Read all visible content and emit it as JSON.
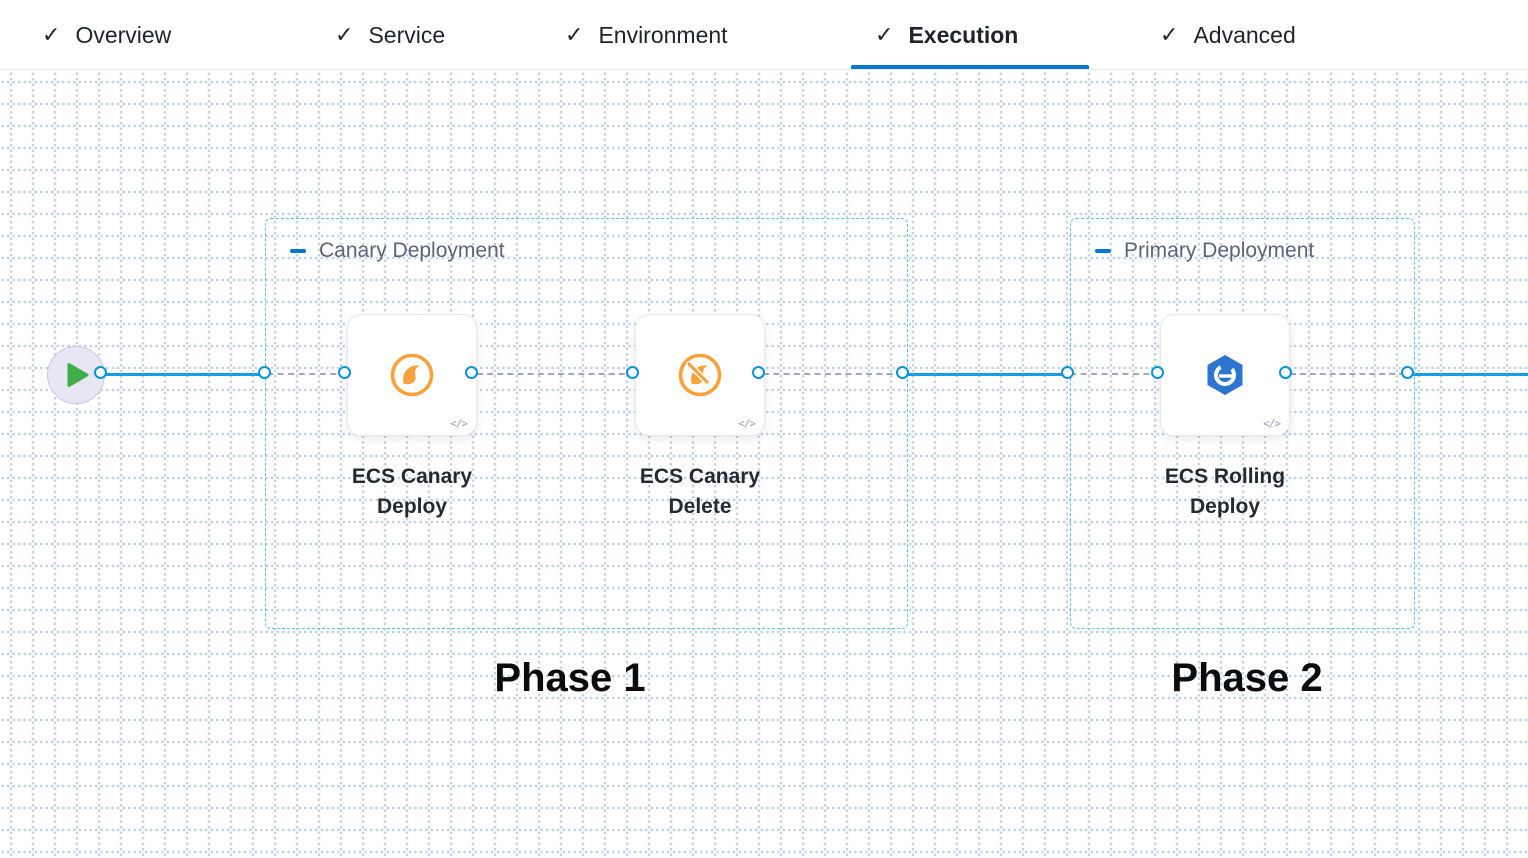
{
  "tabs": {
    "check_glyph": "✓",
    "items": [
      {
        "label": "Overview"
      },
      {
        "label": "Service"
      },
      {
        "label": "Environment"
      },
      {
        "label": "Execution"
      },
      {
        "label": "Advanced"
      }
    ],
    "active_index": 3
  },
  "canvas": {
    "code_badge_glyph": "</>",
    "groups": [
      {
        "title": "Canary Deployment",
        "phase_label": "Phase 1",
        "steps": [
          {
            "label": "ECS Canary Deploy",
            "icon": "ecs-canary-deploy-icon"
          },
          {
            "label": "ECS Canary Delete",
            "icon": "ecs-canary-delete-icon"
          }
        ]
      },
      {
        "title": "Primary Deployment",
        "phase_label": "Phase 2",
        "steps": [
          {
            "label": "ECS Rolling Deploy",
            "icon": "ecs-rolling-deploy-icon"
          }
        ]
      }
    ]
  },
  "colors": {
    "accent_blue": "#0278d5",
    "link_line_blue": "#16a0e2",
    "group_border_blue": "#55c5ee",
    "dashed_link_gray": "#a4a6b8",
    "canary_orange": "#f9a13d",
    "ecs_blue": "#2b74cf",
    "play_green": "#3fae4a"
  }
}
